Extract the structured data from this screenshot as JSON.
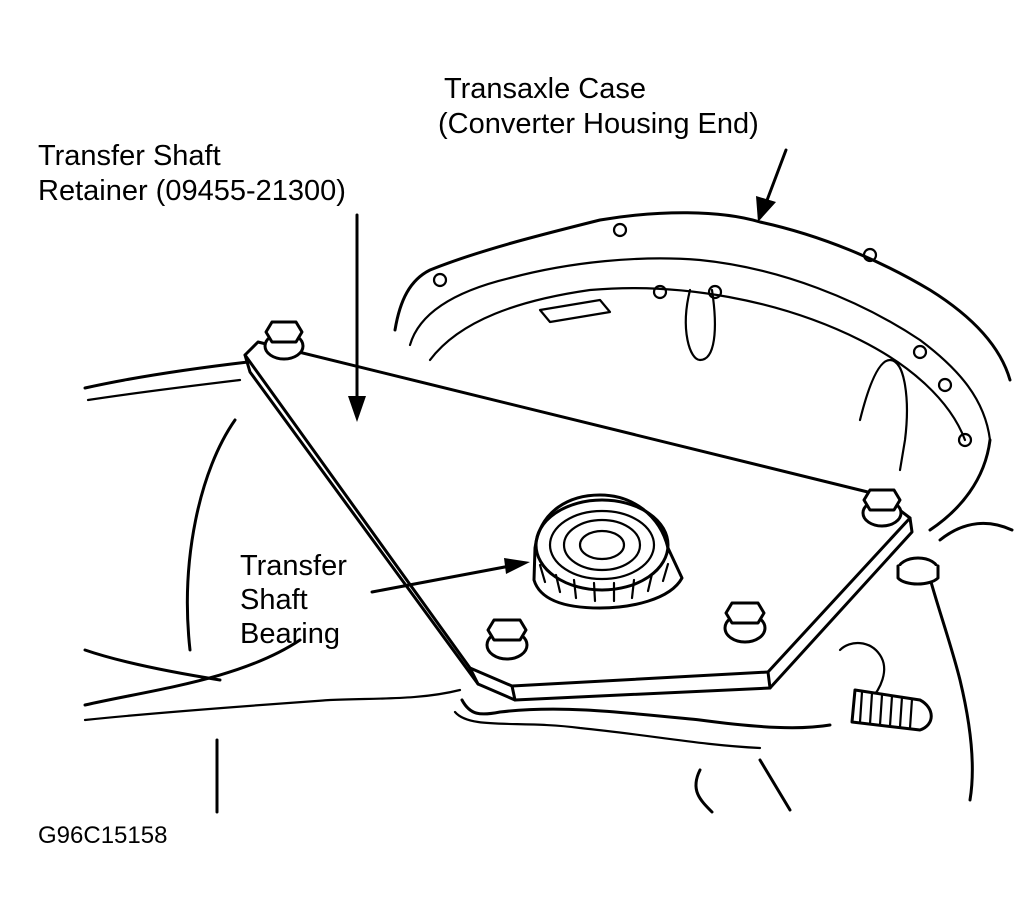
{
  "labels": {
    "transaxle_case_line1": "Transaxle Case",
    "transaxle_case_line2": "(Converter Housing End)",
    "retainer_line1": "Transfer Shaft",
    "retainer_line2": "Retainer (09455-21300)",
    "bearing_line1": "Transfer",
    "bearing_line2": "Shaft",
    "bearing_line3": "Bearing",
    "figure_id": "G96C15158"
  }
}
